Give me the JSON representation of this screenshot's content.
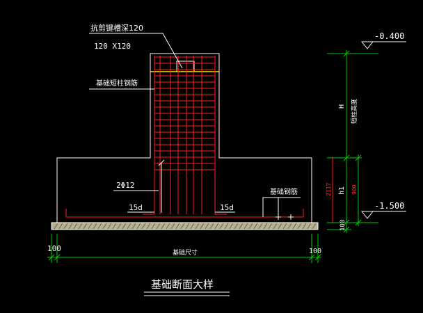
{
  "colors": {
    "background": "#000000",
    "outline": "#ffffff",
    "rebar": "#ff2020",
    "pour_line": "#ffe000",
    "dim_line": "#00d000",
    "text": "#ffffff"
  },
  "labels": {
    "groove_spec": "抗剪键槽深120",
    "groove_size": "120 X120",
    "column_rebar": "基础短柱钢筋",
    "stirrup_count": "2Φ12",
    "hook_left": "15d",
    "hook_right": "15d",
    "base_rebar": "基础钢筋",
    "elev_top": "-0.400",
    "elev_bottom": "-1.500",
    "dim_h": "H",
    "dim_h_note": "短柱高度",
    "dim_h1": "h1",
    "dim_2117": "2117",
    "dim_900": "900",
    "dim_100_side": "100",
    "dim_100_left": "100",
    "dim_100_right": "100",
    "dim_width": "基础尺寸",
    "title": "基础断面大样"
  }
}
